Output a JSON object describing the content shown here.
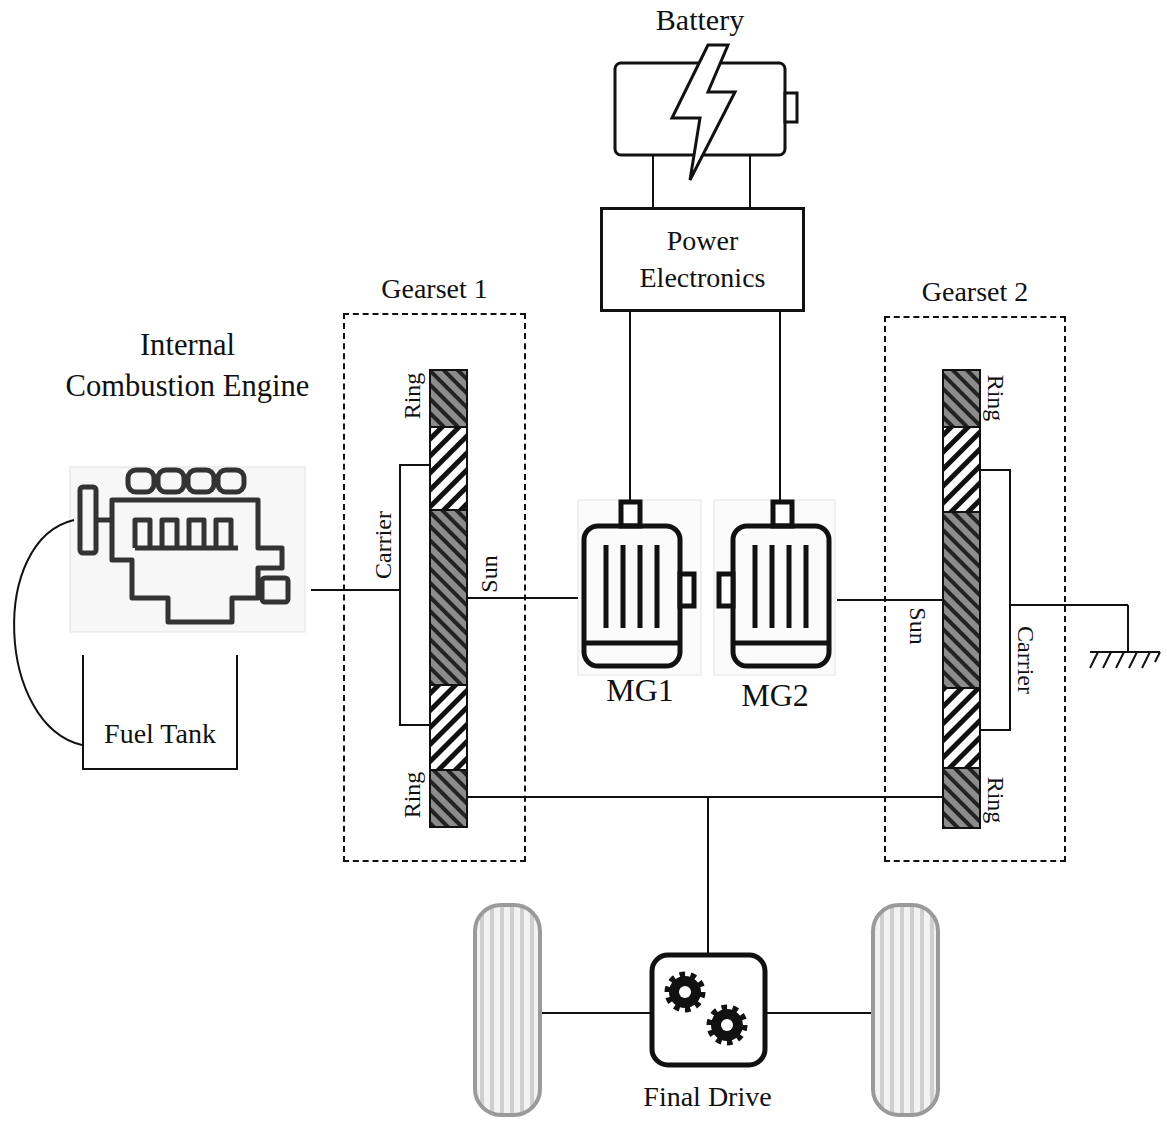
{
  "diagram": {
    "nodes": [
      {
        "text": [
          "Battery"
        ]
      },
      {
        "text": [
          "Power Electronics"
        ]
      },
      {
        "text": [
          "Internal Combustion Engine"
        ]
      },
      {
        "text": [
          "Gearset 1"
        ]
      },
      {
        "text": [
          "MG1"
        ]
      },
      {
        "text": [
          "MG2"
        ]
      },
      {
        "text": [
          "Gearset 2"
        ]
      },
      {
        "text": [
          "Fuel Tank"
        ]
      },
      {
        "text": [
          "Final Drive"
        ]
      }
    ],
    "edges": [
      {
        "from": 0,
        "to": 1,
        "arrow": "none"
      },
      {
        "from": 0,
        "to": 1,
        "arrow": "none"
      },
      {
        "from": 1,
        "to": 4,
        "arrow": "none"
      },
      {
        "from": 1,
        "to": 5,
        "arrow": "none"
      },
      {
        "from": 2,
        "to": 3,
        "arrow": "none"
      },
      {
        "from": 3,
        "to": 4,
        "arrow": "none"
      },
      {
        "from": 5,
        "to": 6,
        "arrow": "none"
      },
      {
        "from": 3,
        "to": 8,
        "arrow": "none"
      },
      {
        "from": 6,
        "to": 8,
        "arrow": "none"
      },
      {
        "from": 7,
        "to": 2,
        "arrow": "none"
      }
    ],
    "labels": [
      "Ring",
      "Carrier",
      "Sun",
      "Ring",
      "Ring",
      "Sun",
      "Carrier",
      "Ring"
    ]
  }
}
